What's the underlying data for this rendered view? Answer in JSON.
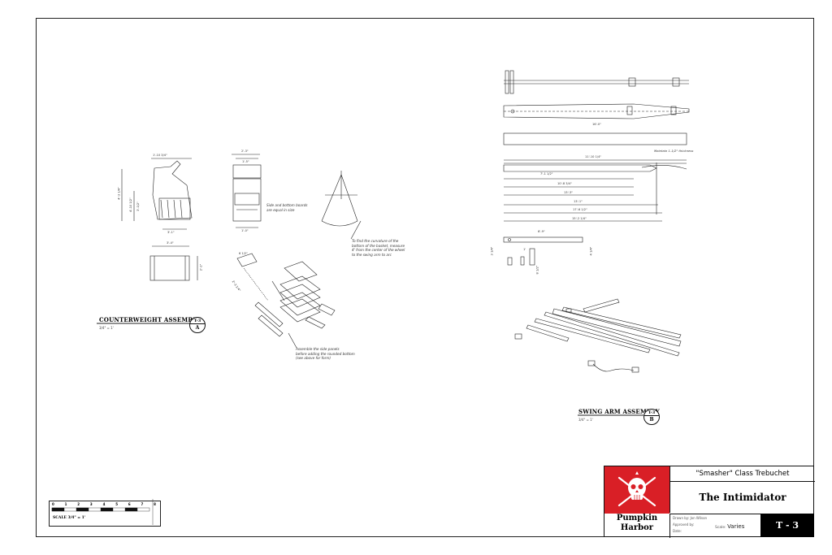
{
  "sheet": {
    "counterweight": {
      "label": "COUNTERWEIGHT ASSEMBLY",
      "scale": "3/4\" = 1'",
      "bubble_top": "T-3",
      "bubble_bottom": "A",
      "dims": [
        "1'-10 3/4\"",
        "4'-3 1/4\"",
        "4'-10 1/2\"",
        "3'-1/2\"",
        "3'-1\"",
        "3'-4\"",
        "2'-3\"",
        "1'-5\"",
        "1'-0\"",
        "2'-2\"",
        "6 1/2\"",
        "2'-3 1/4\""
      ],
      "note_sides": "Side and bottom boards\nare equal in size",
      "note_curvature": "To find the curvature of the\nbottom of the basket, measure\n4' from the center of the wheel\nto the swing arm to arc",
      "note_assemble": "Assemble the side panels\nbefore adding the rounded bottom\n(see above for form)"
    },
    "swingarm": {
      "label": "SWING ARM ASSEMBLY",
      "scale": "3/4\" = 1'",
      "bubble_top": "T-3",
      "bubble_bottom": "B",
      "dims": [
        "16'-0\"",
        "11'-10 1/4\"",
        "7'-1 1/2\"",
        "10'-8 3/4\"",
        "13'-3\"",
        "13'-1\"",
        "17'-6 1/2\"",
        "15'-2 1/4\"",
        "6'-9\"",
        "3 1/4\"",
        "1'",
        "8 1/2\"",
        "4 1/4\""
      ],
      "note_thickness": "Maintain 1-1/2\" thickness"
    },
    "scale_bar": {
      "caption": "SCALE 3/4\" = 1'",
      "ticks": [
        "0",
        "1",
        "2",
        "3",
        "4",
        "5",
        "6",
        "7",
        "8"
      ]
    }
  },
  "title_block": {
    "subtitle": "\"Smasher\" Class Trebuchet",
    "name": "The Intimidator",
    "org_line1": "Pumpkin",
    "org_line2": "Harbor",
    "meta": [
      "Drawn by: Jon Wilson",
      "Approved by:",
      "Date:"
    ],
    "scale_label": "Scale:",
    "scale_value": "Varies",
    "sheet_no": "T - 3",
    "logo_color": "#d91f26"
  },
  "icons": {
    "logo": "skull-crossed-swords-icon"
  }
}
